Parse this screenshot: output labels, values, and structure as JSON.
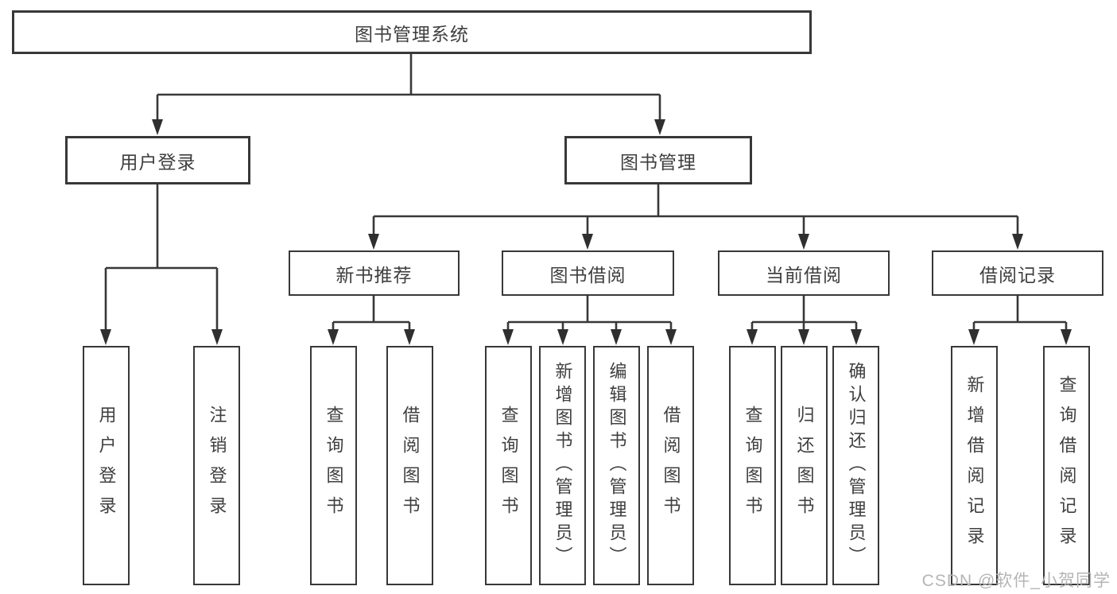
{
  "tree": {
    "root": {
      "label": "图书管理系统"
    },
    "branches": [
      {
        "label": "用户登录",
        "children": [
          "用户登录",
          "注销登录"
        ]
      },
      {
        "label": "图书管理",
        "sections": [
          {
            "label": "新书推荐",
            "children": [
              "查询图书",
              "借阅图书"
            ]
          },
          {
            "label": "图书借阅",
            "children": [
              "查询图书",
              "新增图书（管理员）",
              "编辑图书（管理员）",
              "借阅图书"
            ]
          },
          {
            "label": "当前借阅",
            "children": [
              "查询图书",
              "归还图书",
              "确认归还（管理员）"
            ]
          },
          {
            "label": "借阅记录",
            "children": [
              "新增借阅记录",
              "查询借阅记录"
            ]
          }
        ]
      }
    ]
  },
  "colors": {
    "line": "#383838",
    "text": "#3f3f3f",
    "watermark": "#b5b5b5",
    "background": "#ffffff"
  },
  "watermark": "CSDN @软件_小贺同学"
}
